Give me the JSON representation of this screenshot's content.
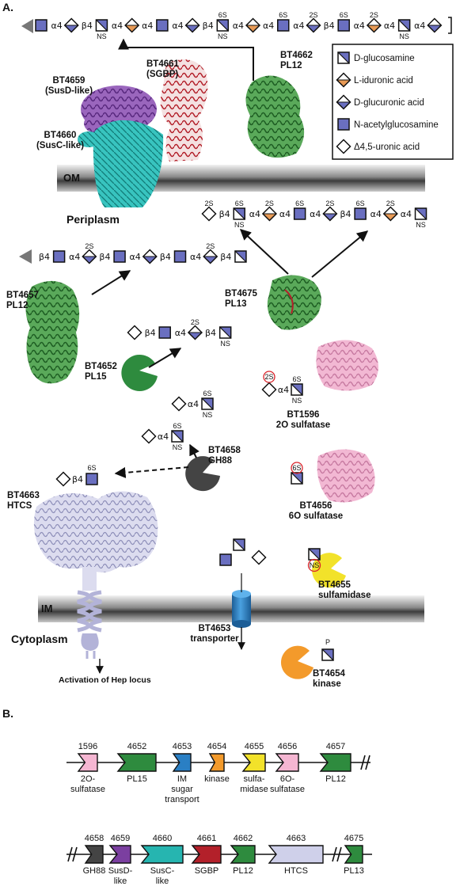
{
  "panels": {
    "a": "A.",
    "b": "B."
  },
  "colors": {
    "glcnac": "#6a6fc0",
    "iduronic": "#e89a55",
    "glucuronic": "#6a6fc0",
    "sulfatase": "#f5b6d2",
    "pl15": "#2e8b3e",
    "gh88": "#444444",
    "sulfamidase": "#f2e22a",
    "kinase": "#f39a2b",
    "transporter": "#2a7fc4",
    "susd": "#7b3fa0",
    "susc": "#26b5b0",
    "sgbp": "#b3202a",
    "htcs": "#cfd0ea",
    "removed_ring": "#d9242b"
  },
  "legend": {
    "items": [
      {
        "icon": "glucosamine-icon",
        "label": "D-glucosamine"
      },
      {
        "icon": "iduronic-acid-icon",
        "label": "L-iduronic acid"
      },
      {
        "icon": "glucuronic-acid-icon",
        "label": "D-glucuronic acid"
      },
      {
        "icon": "glcnac-icon",
        "label": "N-acetylglucosamine"
      },
      {
        "icon": "uronic-acid-icon",
        "label": "Δ4,5-uronic acid"
      }
    ]
  },
  "membranes": {
    "om": "OM",
    "im": "IM"
  },
  "compartments": {
    "periplasm": "Periplasm",
    "cytoplasm": "Cytoplasm"
  },
  "enzymes": {
    "bt4659": [
      "BT4659",
      "(SusD-like)"
    ],
    "bt4660": [
      "BT4660",
      "(SusC-like)"
    ],
    "bt4661": [
      "BT4661",
      "(SGBP)"
    ],
    "bt4662": [
      "BT4662",
      "PL12"
    ],
    "bt4657": [
      "BT4657",
      "PL12"
    ],
    "bt4675": [
      "BT4675",
      "PL13"
    ],
    "bt4652": [
      "BT4652",
      "PL15"
    ],
    "bt1596": [
      "BT1596",
      "2O sulfatase"
    ],
    "bt4658": [
      "BT4658",
      "GH88"
    ],
    "bt4656": [
      "BT4656",
      "6O sulfatase"
    ],
    "bt4663": [
      "BT4663",
      "HTCS"
    ],
    "bt4655": [
      "BT4655",
      "sulfamidase"
    ],
    "bt4653": [
      "BT4653",
      "transporter"
    ],
    "bt4654": [
      "BT4654",
      "kinase"
    ]
  },
  "activation": "Activation of Hep locus",
  "glyco": {
    "alpha4": "α4",
    "beta4": "β4",
    "ns": "NS",
    "s6": "6S",
    "s2": "2S",
    "p": "P"
  },
  "gene_rows": [
    [
      {
        "num": "1596",
        "caption": [
          "2O-",
          "sulfatase"
        ]
      },
      {
        "num": "4652",
        "caption": [
          "PL15"
        ]
      },
      {
        "num": "4653",
        "caption": [
          "IM",
          "sugar",
          "transport"
        ]
      },
      {
        "num": "4654",
        "caption": [
          "kinase"
        ]
      },
      {
        "num": "4655",
        "caption": [
          "sulfa-",
          "midase"
        ]
      },
      {
        "num": "4656",
        "caption": [
          "6O-",
          "sulfatase"
        ]
      },
      {
        "num": "4657",
        "caption": [
          "PL12"
        ]
      }
    ],
    [
      {
        "num": "4658",
        "caption": [
          "GH88"
        ]
      },
      {
        "num": "4659",
        "caption": [
          "SusD-",
          "like"
        ]
      },
      {
        "num": "4660",
        "caption": [
          "SusC-",
          "like"
        ]
      },
      {
        "num": "4661",
        "caption": [
          "SGBP"
        ]
      },
      {
        "num": "4662",
        "caption": [
          "PL12"
        ]
      },
      {
        "num": "4663",
        "caption": [
          "HTCS"
        ]
      },
      {
        "num": "4675",
        "caption": [
          "PL13"
        ]
      }
    ]
  ]
}
